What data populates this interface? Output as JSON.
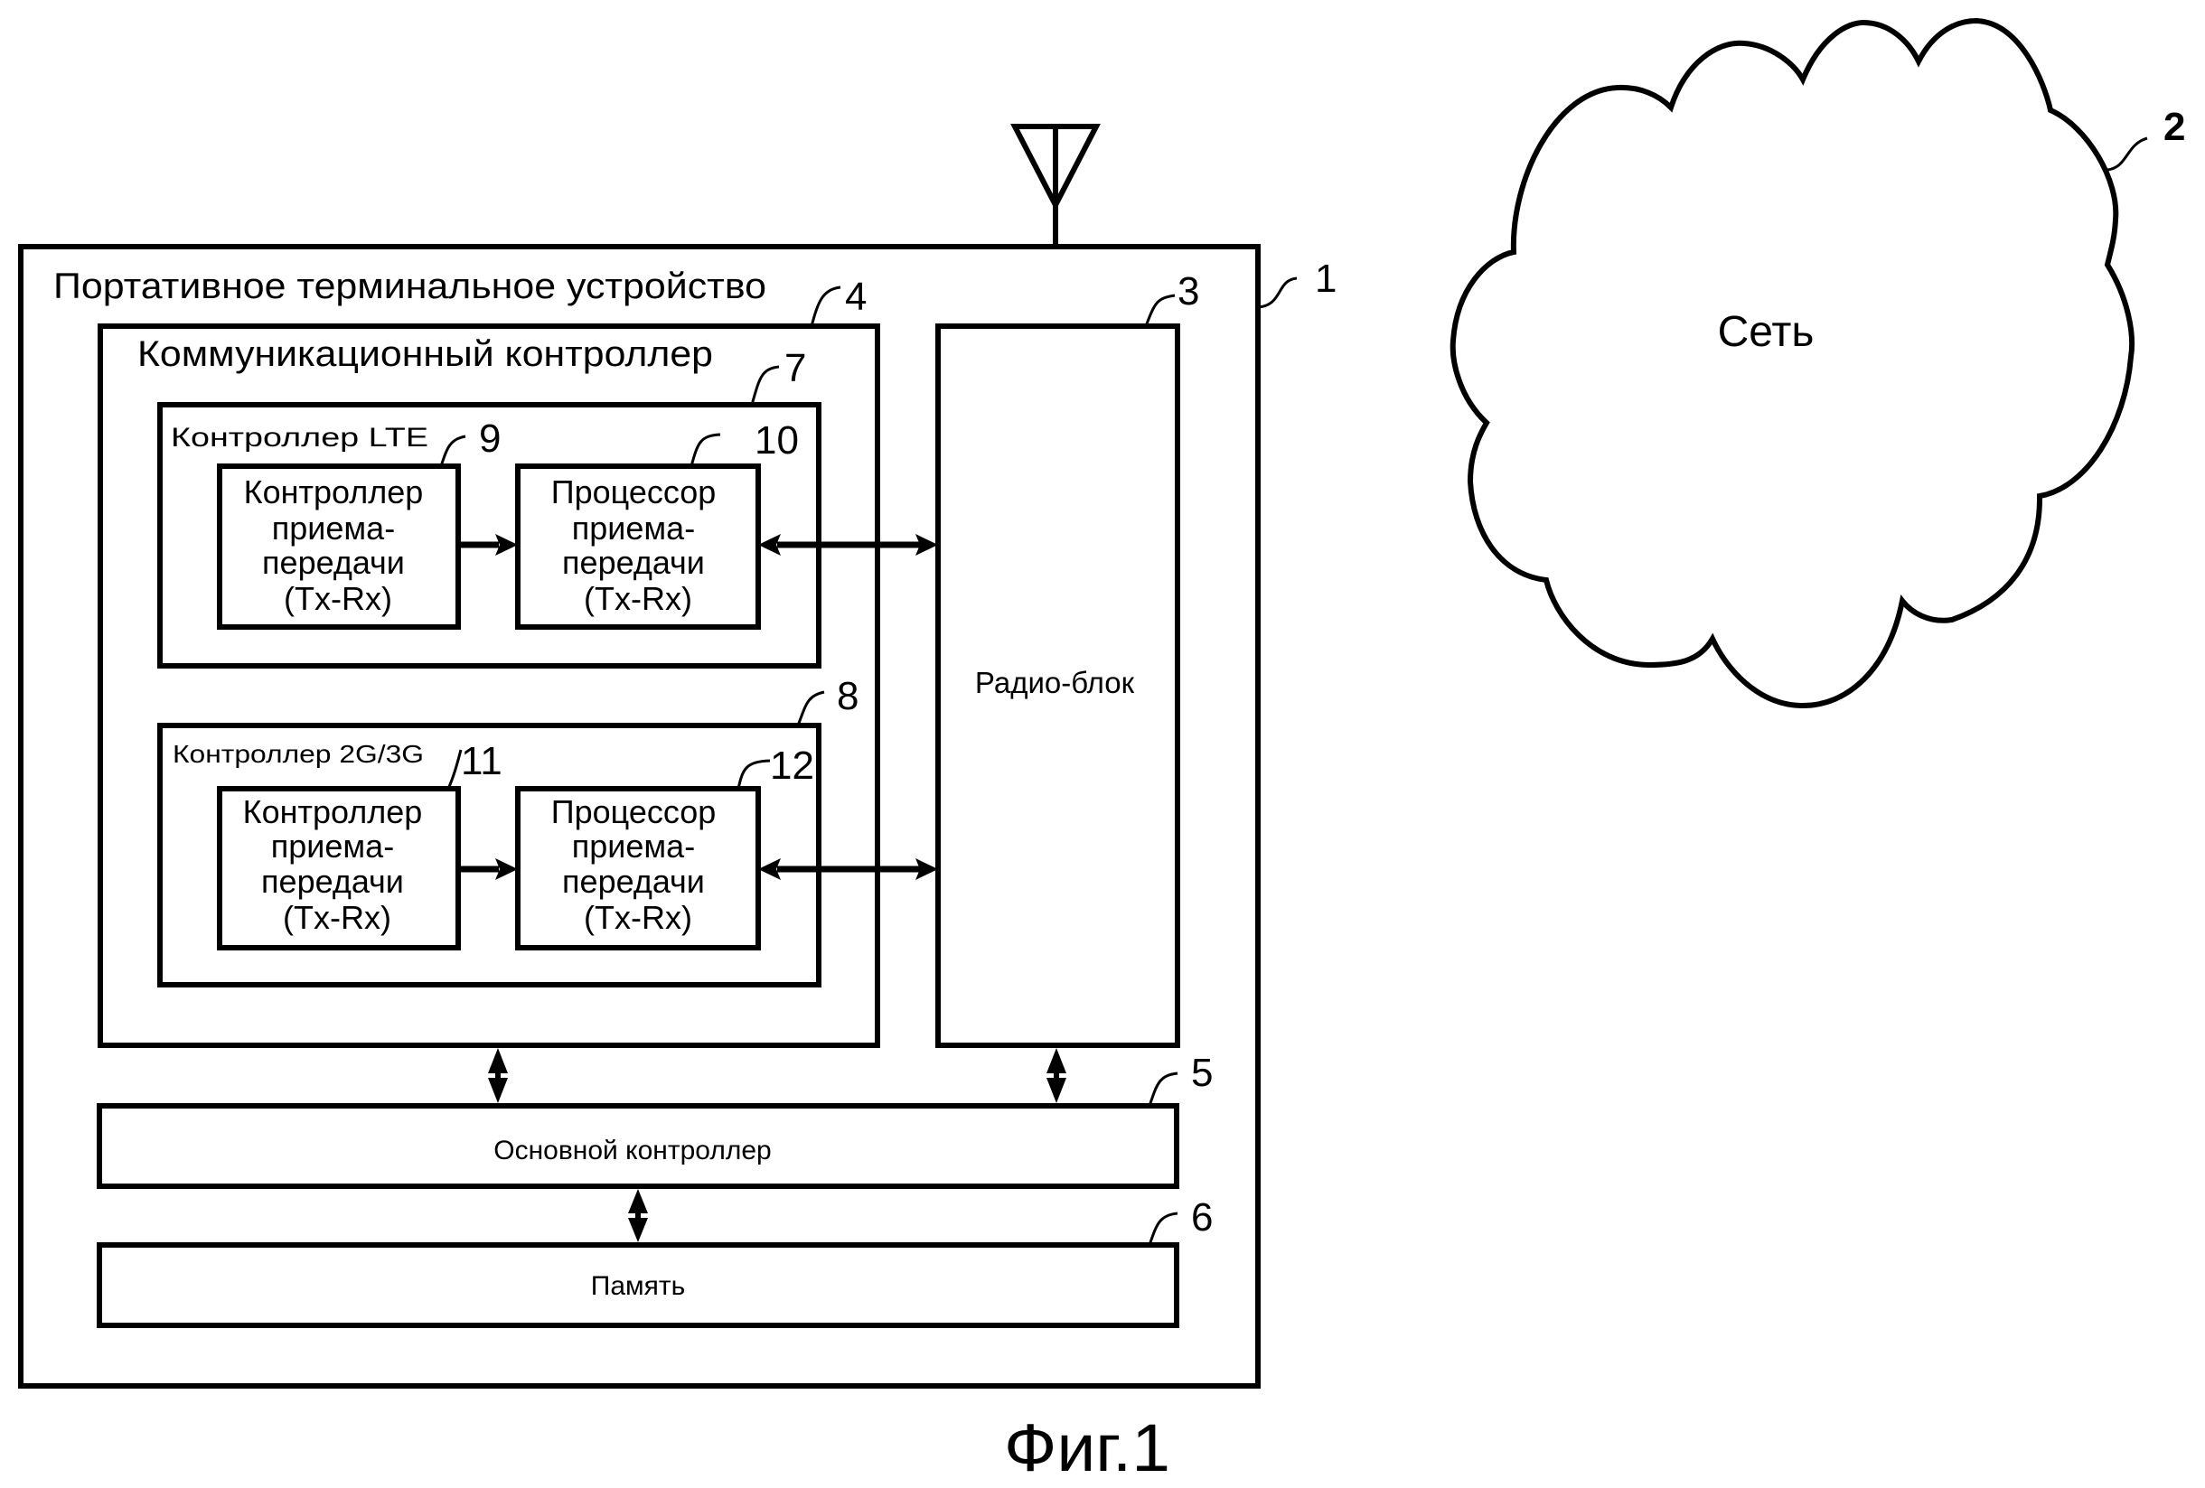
{
  "figure": {
    "caption": "Фиг.1"
  },
  "device": {
    "title": "Портативное терминальное устройство",
    "ref": "1"
  },
  "network": {
    "label": "Сеть",
    "ref": "2"
  },
  "radio_unit": {
    "label": "Радио-блок",
    "ref": "3"
  },
  "comm_controller": {
    "title": "Коммуникационный контроллер",
    "ref": "4"
  },
  "main_controller": {
    "label": "Основной контроллер",
    "ref": "5"
  },
  "memory": {
    "label": "Память",
    "ref": "6"
  },
  "lte_controller": {
    "title": "Контроллер LTE",
    "ref": "7",
    "txrx_controller": {
      "lines": [
        "Контроллер",
        "приема-",
        "передачи",
        "(Tx-Rx)"
      ],
      "ref": "9"
    },
    "txrx_processor": {
      "lines": [
        "Процессор",
        "приема-",
        "передачи",
        "(Tx-Rx)"
      ],
      "ref": "10"
    }
  },
  "g23_controller": {
    "title": "Контроллер 2G/3G",
    "ref": "8",
    "txrx_controller": {
      "lines": [
        "Контроллер",
        "приема-",
        "передачи",
        "(Tx-Rx)"
      ],
      "ref": "11"
    },
    "txrx_processor": {
      "lines": [
        "Процессор",
        "приема-",
        "передачи",
        "(Tx-Rx)"
      ],
      "ref": "12"
    }
  },
  "icons": {
    "antenna": "antenna-icon",
    "cloud": "cloud-icon"
  }
}
